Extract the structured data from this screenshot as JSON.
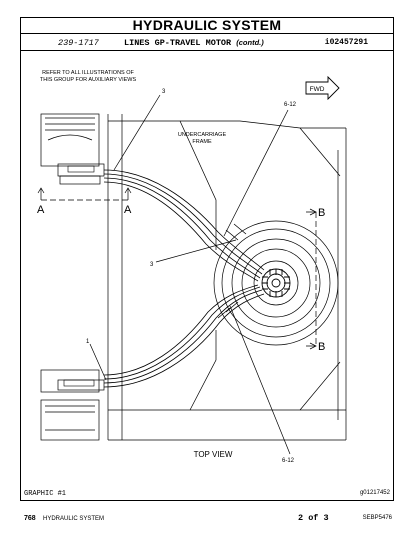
{
  "header": {
    "title": "HYDRAULIC SYSTEM",
    "part_number": "239-1717",
    "part_description": "LINES GP-TRAVEL MOTOR",
    "contd": "(contd.)",
    "reference_id": "i02457291"
  },
  "illustration": {
    "note_line1": "REFER TO ALL ILLUSTRATIONS OF",
    "note_line2": "THIS GROUP FOR AUXILIARY VIEWS",
    "fwd_label": "FWD",
    "undercarriage_line1": "UNDERCARRIAGE",
    "undercarriage_line2": "FRAME",
    "view_label": "TOP VIEW",
    "callouts": {
      "c3_top": "3",
      "c612_top": "6-12",
      "c3_mid": "3",
      "c1": "1",
      "c612_bottom": "6-12"
    },
    "section_a": {
      "left": "A",
      "right": "A"
    },
    "section_b": {
      "top": "B",
      "bottom": "B"
    }
  },
  "graphic": {
    "label": "GRAPHIC #1",
    "id": "g01217452"
  },
  "footer": {
    "page": "768",
    "section": "HYDRAULIC SYSTEM",
    "page_of": "2 of 3",
    "publication": "SEBP5476"
  }
}
